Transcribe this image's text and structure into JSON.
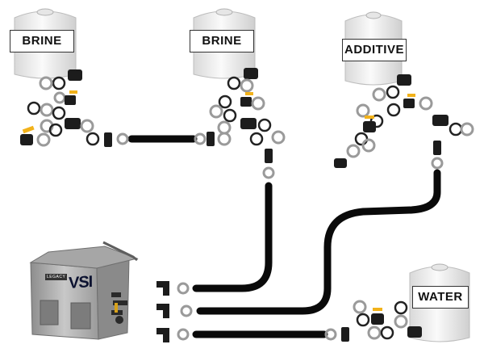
{
  "tanks": {
    "brine_left": "BRINE",
    "brine_right": "BRINE",
    "additive": "ADDITIVE",
    "water": "WATER"
  },
  "machine": {
    "brand_tag": "LEGACY",
    "logo": "VSI"
  },
  "colors": {
    "hose": "#0a0a0a",
    "tank": "#f2f2f2",
    "fitting": "#1c1c1c",
    "valve_handle": "#f2b21a",
    "machine_body": "#b9b9b9"
  },
  "icons": [
    "tank-icon",
    "hose-icon",
    "fitting-icon",
    "hose-clamp-icon",
    "gasket-ring-icon",
    "ball-valve-icon",
    "elbow-fitting-icon",
    "machine-icon"
  ]
}
